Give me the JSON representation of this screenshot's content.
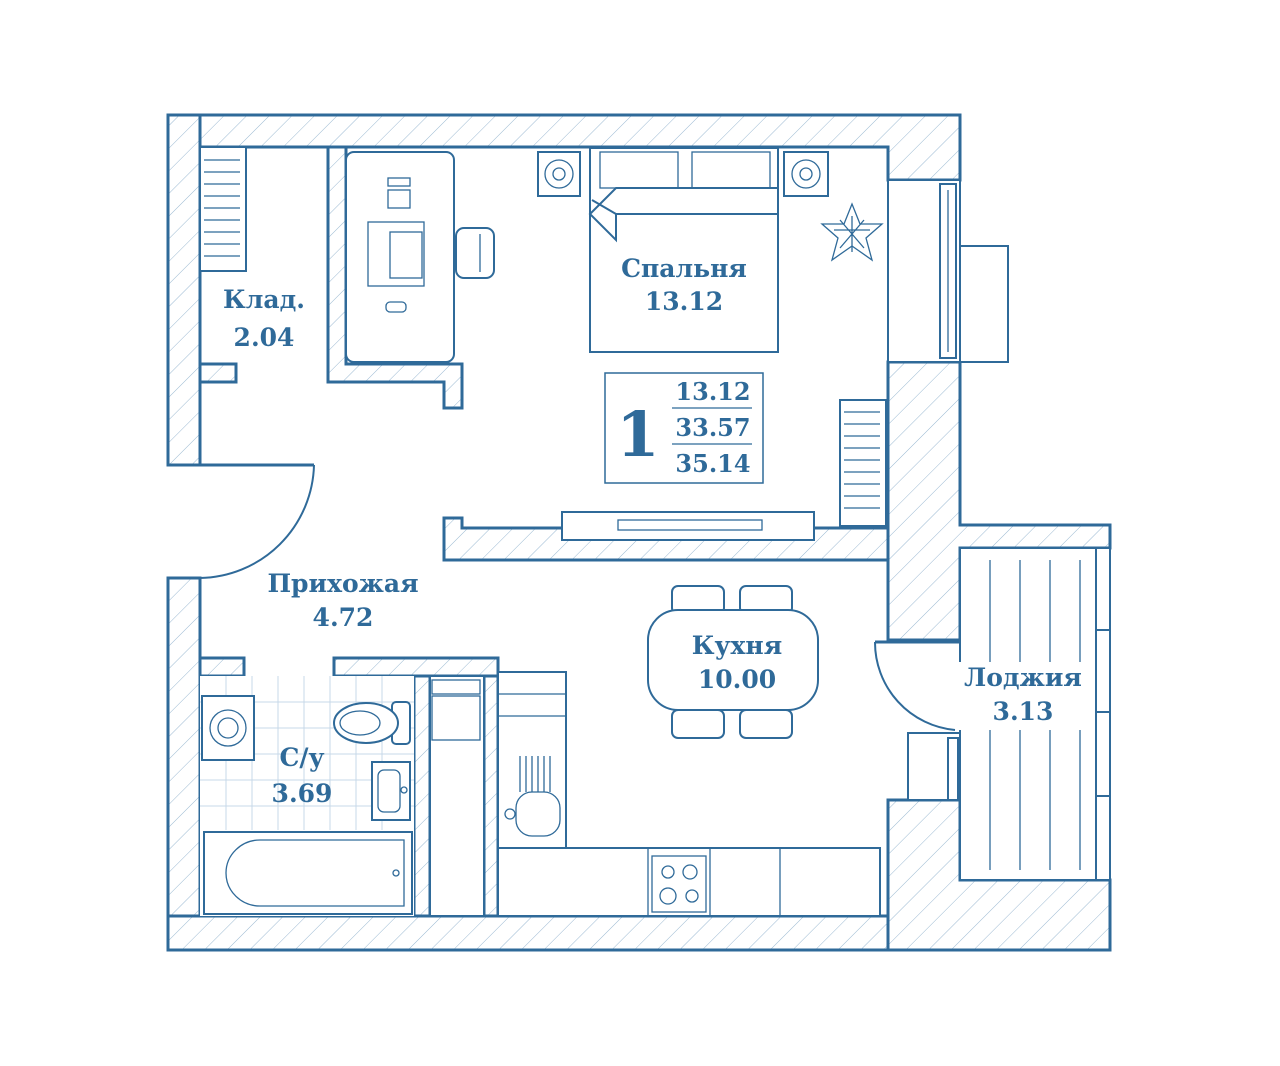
{
  "colors": {
    "line": "#2f6a99",
    "background": "#ffffff"
  },
  "rooms": {
    "storage": {
      "name": "Клад.",
      "area": "2.04"
    },
    "bedroom": {
      "name": "Спальня",
      "area": "13.12"
    },
    "hallway": {
      "name": "Прихожая",
      "area": "4.72"
    },
    "kitchen": {
      "name": "Кухня",
      "area": "10.00"
    },
    "loggia": {
      "name": "Лоджия",
      "area": "3.13"
    },
    "bathroom": {
      "name": "С/у",
      "area": "3.69"
    }
  },
  "summary": {
    "rooms_count": "1",
    "living_area": "13.12",
    "total_area": "33.57",
    "total_with_loggia": "35.14"
  },
  "icons": [
    "plant-icon",
    "washing-machine-icon",
    "toilet-icon",
    "sink-icon",
    "bathtub-icon",
    "stove-icon",
    "desk-chair-icon"
  ]
}
